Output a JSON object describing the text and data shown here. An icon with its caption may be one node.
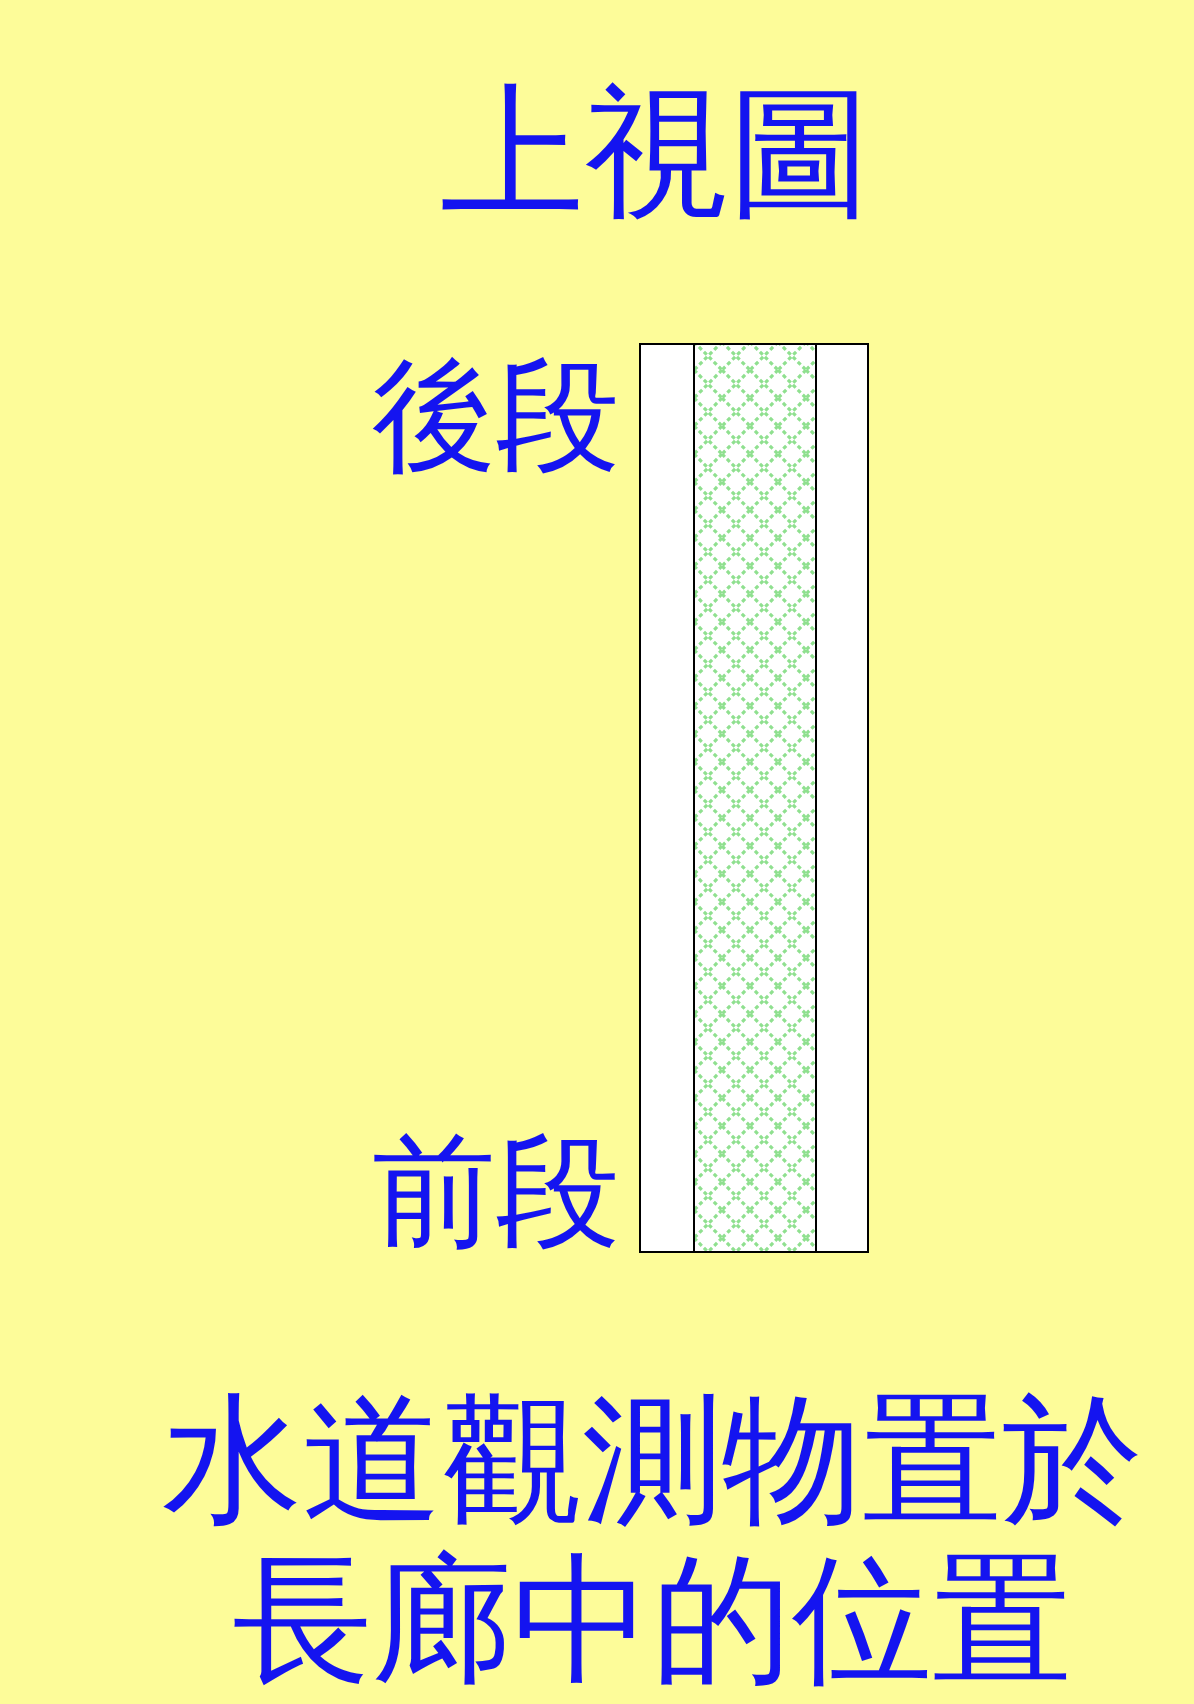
{
  "diagram": {
    "title": "上視圖",
    "caption": "水道觀測物置於長廊中的位置",
    "labels": [
      "後段",
      "前段"
    ]
  }
}
